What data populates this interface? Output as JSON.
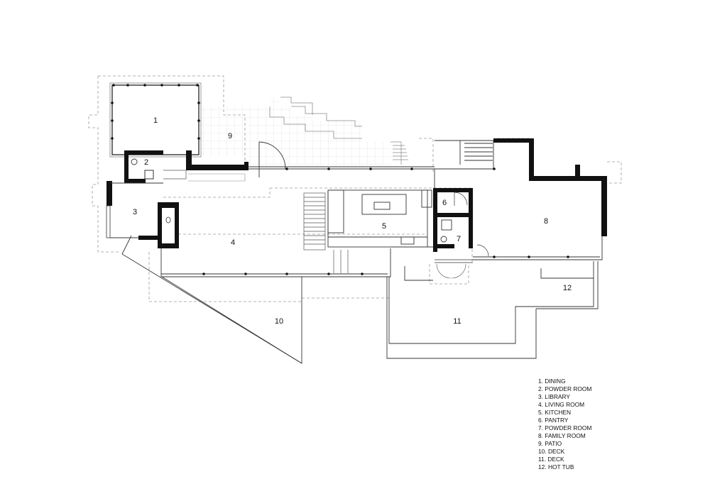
{
  "rooms": {
    "r1": "1",
    "r2": "2",
    "r3": "3",
    "r4": "4",
    "r5": "5",
    "r6": "6",
    "r7": "7",
    "r8": "8",
    "r9": "9",
    "r10": "10",
    "r11": "11",
    "r12": "12"
  },
  "legend": [
    "1. DINING",
    "2. POWDER ROOM",
    "3. LIBRARY",
    "4. LIVING ROOM",
    "5. KITCHEN",
    "6. PANTRY",
    "7. POWDER ROOM",
    "8. FAMILY ROOM",
    "9. PATIO",
    "10. DECK",
    "11. DECK",
    "12. HOT TUB"
  ]
}
